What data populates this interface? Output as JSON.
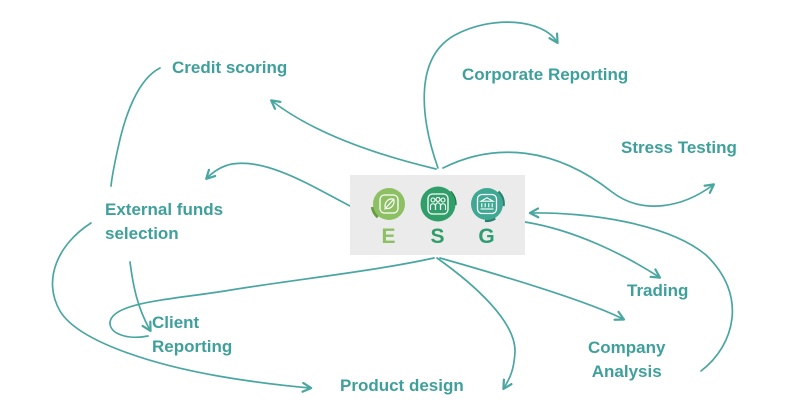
{
  "diagram": {
    "title": "ESG use cases mind map",
    "center": {
      "name": "ESG",
      "items": [
        {
          "label": "E",
          "icon": "leaf-icon",
          "circle_color": "#8cc063",
          "accent_color": "#649c42",
          "letter_color": "#8cc063"
        },
        {
          "label": "S",
          "icon": "people-icon",
          "circle_color": "#2f9e68",
          "accent_color": "#1d7a4a",
          "letter_color": "#2f9e68"
        },
        {
          "label": "G",
          "icon": "bank-icon",
          "circle_color": "#3fa893",
          "accent_color": "#2a8170",
          "letter_color": "#2e9d74"
        }
      ]
    },
    "nodes": [
      {
        "id": "credit-scoring",
        "text": "Credit scoring"
      },
      {
        "id": "corporate-reporting",
        "text": "Corporate Reporting"
      },
      {
        "id": "stress-testing",
        "text": "Stress Testing"
      },
      {
        "id": "external-funds-selection",
        "text": "External funds\nselection"
      },
      {
        "id": "client-reporting",
        "text": "Client\nReporting"
      },
      {
        "id": "product-design",
        "text": "Product design"
      },
      {
        "id": "trading",
        "text": "Trading"
      },
      {
        "id": "company-analysis",
        "text": "Company\nAnalysis"
      }
    ],
    "connections": [
      {
        "from": "ESG",
        "to": "Credit scoring"
      },
      {
        "from": "ESG",
        "to": "Corporate Reporting"
      },
      {
        "from": "ESG",
        "to": "Stress Testing"
      },
      {
        "from": "ESG",
        "to": "External funds selection"
      },
      {
        "from": "ESG",
        "to": "Trading"
      },
      {
        "from": "ESG",
        "to": "Company Analysis"
      },
      {
        "from": "ESG",
        "to": "Product design"
      },
      {
        "from": "ESG",
        "to": "Client Reporting"
      },
      {
        "from": "Company Analysis",
        "to": "ESG"
      },
      {
        "from": "External funds selection",
        "to": "Client Reporting"
      },
      {
        "from": "External funds selection",
        "to": "Product design"
      },
      {
        "from": "External funds selection",
        "to": "Credit scoring"
      }
    ],
    "colors": {
      "arrow": "#4aa6a1",
      "label_text": "#3fa09b",
      "center_box_bg": "#ebebeb"
    }
  }
}
